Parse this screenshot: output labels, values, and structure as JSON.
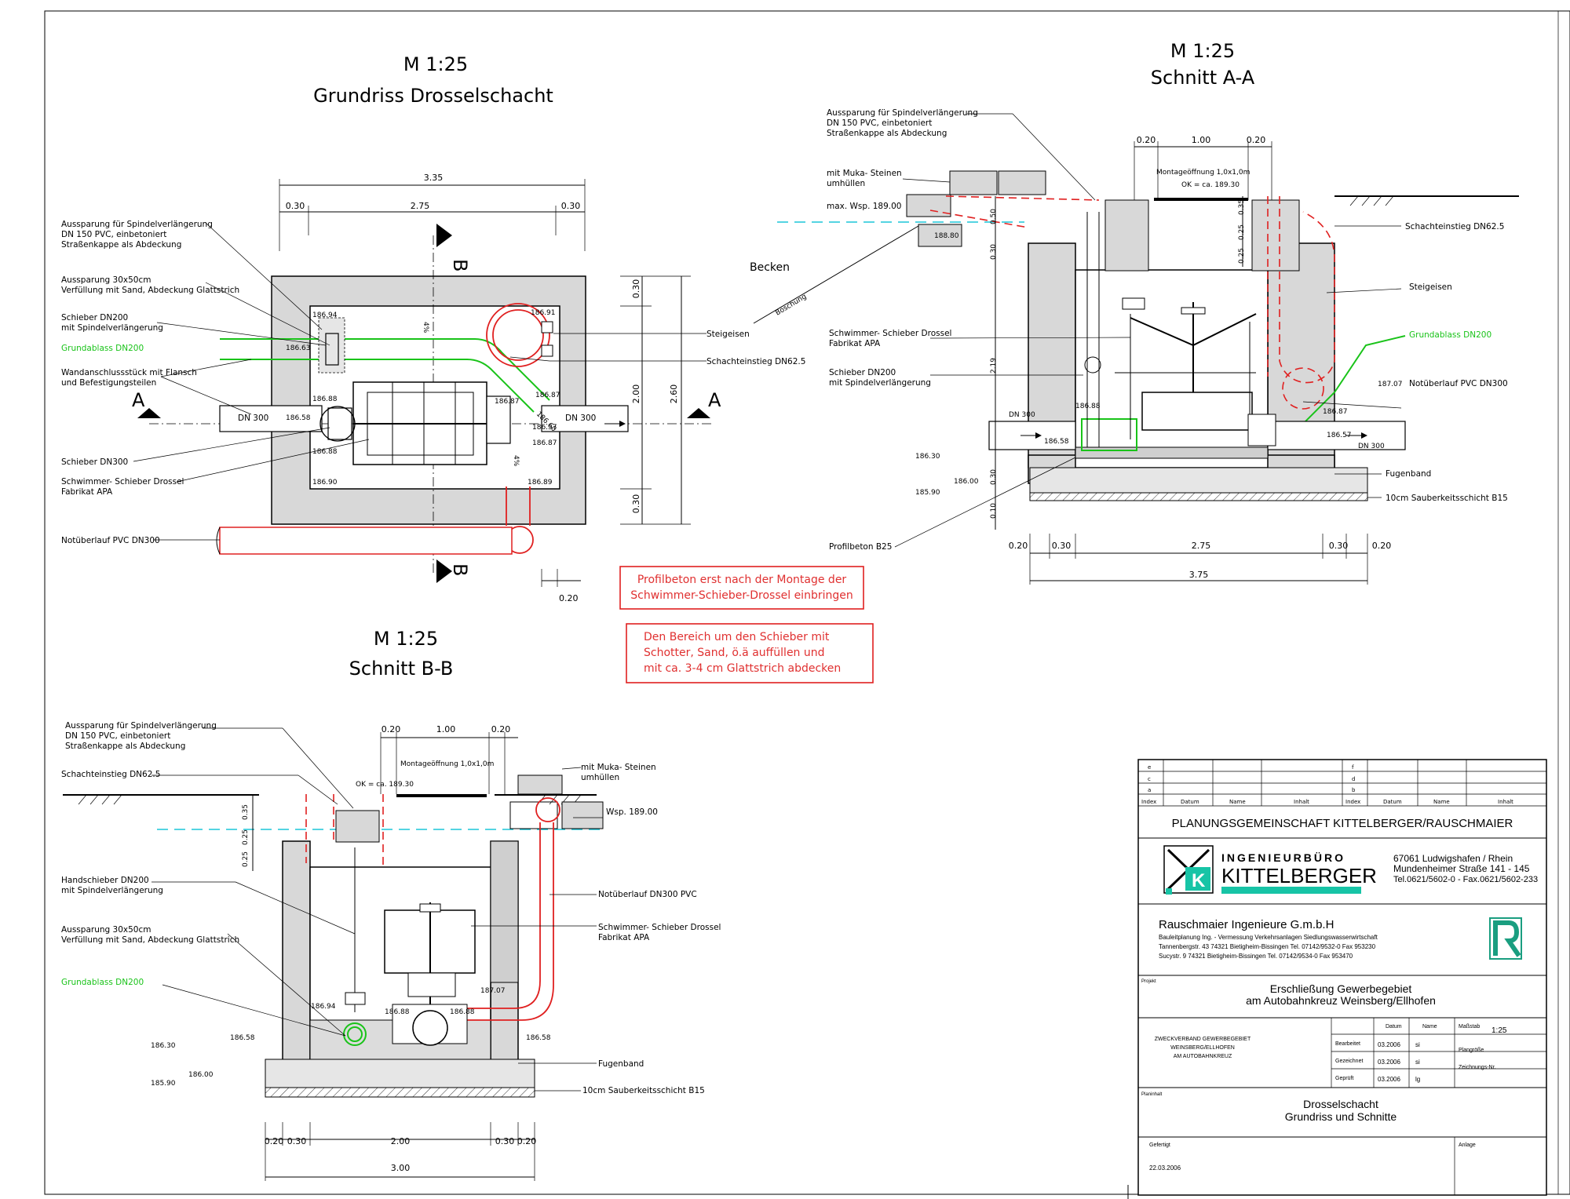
{
  "titles": {
    "plan_scale": "M 1:25",
    "plan_title": "Grundriss Drosselschacht",
    "aa_scale": "M 1:25",
    "aa_title": "Schnitt A-A",
    "bb_scale": "M 1:25",
    "bb_title": "Schnitt B-B"
  },
  "plan": {
    "dims": {
      "overall": "3.35",
      "left": "0.30",
      "mid": "2.75",
      "right": "0.30",
      "v_top": "0.30",
      "v_mid": "2.00",
      "v_bot": "0.30",
      "v_total": "2.60",
      "bottom": "0.20"
    },
    "section_marks": {
      "a_left": "A",
      "a_right": "A",
      "b_top": "B",
      "b_bot": "B"
    },
    "labels": {
      "aussparung_spindel": [
        "Aussparung für Spindelverlängerung",
        "DN 150 PVC, einbetoniert",
        "Straßenkappe als Abdeckung"
      ],
      "aussparung_sand": [
        "Aussparung 30x50cm",
        "Verfüllung mit Sand, Abdeckung Glattstrich"
      ],
      "schieber_dn200": [
        "Schieber DN200",
        "mit Spindelverlängerung"
      ],
      "grundablass": "Grundablass  DN200",
      "wandanschluss": [
        "Wandanschlussstück mit Flansch",
        "und Befestigungsteilen"
      ],
      "schieber_dn300": "Schieber DN300",
      "schwimmer": [
        "Schwimmer- Schieber Drossel",
        "Fabrikat APA"
      ],
      "notueberlauf": "Notüberlauf PVC DN300",
      "steigeisen": "Steigeisen",
      "schachteinstieg": "Schachteinstieg DN62.5",
      "dn300_left": "DN 300",
      "dn300_right": "DN 300"
    },
    "levels": [
      "186.94",
      "186.63",
      "186.58",
      "186.88",
      "186.88",
      "186.90",
      "186.91",
      "186.87",
      "186.87",
      "186.60",
      "186.57",
      "186.87",
      "186.89"
    ],
    "slopes": [
      "4%",
      "4%"
    ]
  },
  "notes": {
    "note1": [
      "Profilbeton erst nach der Montage der",
      "Schwimmer-Schieber-Drossel einbringen"
    ],
    "note2": [
      "Den Bereich um den Schieber mit",
      "Schotter, Sand, ö.ä auffüllen und",
      "mit ca. 3-4 cm Glattstrich abdecken"
    ]
  },
  "section_aa": {
    "labels": {
      "aussparung": [
        "Aussparung für Spindelverlängerung",
        "DN 150 PVC, einbetoniert",
        "Straßenkappe als Abdeckung"
      ],
      "muka": [
        "mit Muka- Steinen",
        "umhüllen"
      ],
      "max_wsp": "max. Wsp. 189.00",
      "becken": "Becken",
      "boeschung": "Böschung",
      "montage": "Montageöffnung 1,0x1,0m",
      "ok": "OK = ca. 189.30",
      "schachteinstieg": "Schachteinstieg DN62.5",
      "steigeisen": "Steigeisen",
      "grundablass": "Grundablass DN200",
      "notueberlauf": "Notüberlauf  PVC DN300",
      "schwimmer": [
        "Schwimmer- Schieber Drossel",
        "Fabrikat APA"
      ],
      "schieber": [
        "Schieber DN200",
        "mit Spindelverlängerung"
      ],
      "fugenband": "Fugenband",
      "sauberkeit": "10cm Sauberkeitsschicht B15",
      "profilbeton": "Profilbeton B25",
      "dn300_l": "DN 300",
      "dn300_r": "DN 300"
    },
    "levels": [
      "188.80",
      "187.07",
      "186.88",
      "186.87",
      "186.58",
      "186.57",
      "186.30",
      "186.00",
      "185.90"
    ],
    "dims_top": [
      "0.20",
      "1.00",
      "0.20"
    ],
    "dims_v": [
      "0.50",
      "0.30",
      "2.19",
      "0.30",
      "0.10",
      "0.35",
      "0.25",
      "0.25"
    ],
    "dims_bottom": [
      "0.20",
      "0.30",
      "2.75",
      "0.30",
      "0.20"
    ],
    "dim_total": "3.75"
  },
  "section_bb": {
    "labels": {
      "aussparung": [
        "Aussparung für Spindelverlängerung",
        "DN 150 PVC, einbetoniert",
        "Straßenkappe als Abdeckung"
      ],
      "schachteinstieg": "Schachteinstieg DN62.5",
      "ok": "OK = ca. 189.30",
      "montage": "Montageöffnung 1,0x1,0m",
      "muka": [
        "mit Muka- Steinen",
        "umhüllen"
      ],
      "wsp": "Wsp. 189.00",
      "handschieber": [
        "Handschieber DN200",
        "mit Spindelverlängerung"
      ],
      "notueberlauf": "Notüberlauf DN300 PVC",
      "aussparung_sand": [
        "Aussparung 30x50cm",
        "Verfüllung mit Sand, Abdeckung Glattstrich"
      ],
      "schwimmer": [
        "Schwimmer- Schieber Drossel",
        "Fabrikat APA"
      ],
      "grundablass": "Grundablass DN200",
      "fugenband": "Fugenband",
      "sauberkeit": "10cm Sauberkeitsschicht B15"
    },
    "levels": [
      "187.07",
      "186.94",
      "186.88",
      "186.88",
      "186.58",
      "186.58",
      "186.30",
      "186.00",
      "185.90"
    ],
    "dims_top": [
      "0.20",
      "1.00",
      "0.20"
    ],
    "dims_v": [
      "0.35",
      "0.25",
      "0.25"
    ],
    "dims_bottom": [
      "0.20",
      "0.30",
      "2.00",
      "0.30",
      "0.20"
    ],
    "dim_total": "3.00"
  },
  "title_block": {
    "rev_left": [
      "e",
      "c",
      "a",
      "Index"
    ],
    "rev_right": [
      "f",
      "d",
      "b",
      "Index"
    ],
    "rev_headers": [
      "Datum",
      "Name",
      "Inhalt"
    ],
    "firm_header": "PLANUNGSGEMEINSCHAFT KITTELBERGER/RAUSCHMAIER",
    "kb_line1": "INGENIEURBÜRO",
    "kb_line2": "KITTELBERGER",
    "kb_addr": [
      "67061  Ludwigshafen / Rhein",
      "Mundenheimer Straße 141 - 145",
      "Tel.0621/5602-0 - Fax.0621/5602-233"
    ],
    "rausch_name": "Rauschmaier Ingenieure G.m.b.H",
    "rausch_lines": [
      "Bauleitplanung  Ing. - Vermessung  Verkehrsanlagen  Siedlungswasserwirtschaft",
      "Tannenbergstr. 43          74321 Bietigheim-Bissingen Tel. 07142/9532-0 Fax 953230",
      "Sucystr. 9                     74321 Bietigheim-Bissingen Tel. 07142/9534-0 Fax 953470"
    ],
    "projekt_label": "Projekt",
    "projekt": [
      "Erschließung Gewerbegebiet",
      "am Autobahnkreuz Weinsberg/Ellhofen"
    ],
    "bauherr": [
      "ZWECKVERBAND GEWERBEGEBIET",
      "WEINSBERG/ELLHOFEN",
      "AM AUTOBAHNKREUZ"
    ],
    "table_headers": [
      "Datum",
      "Name",
      "Maßstab"
    ],
    "rows": [
      {
        "label": "Bearbeitet",
        "date": "03.2006",
        "name": "si"
      },
      {
        "label": "Gezeichnet",
        "date": "03.2006",
        "name": "si"
      },
      {
        "label": "Geprüft",
        "date": "03.2006",
        "name": "lg"
      }
    ],
    "massstab": "1:25",
    "plangroesse": "Plangröße",
    "zeichnungsnr": "Zeichnungs-Nr.",
    "planinhalt_label": "Planinhalt",
    "planinhalt": [
      "Drosselschacht",
      "Grundriss und Schnitte"
    ],
    "gefertigt_label": "Gefertigt",
    "gefertigt": "22.03.2006",
    "anlage": "Anlage"
  }
}
